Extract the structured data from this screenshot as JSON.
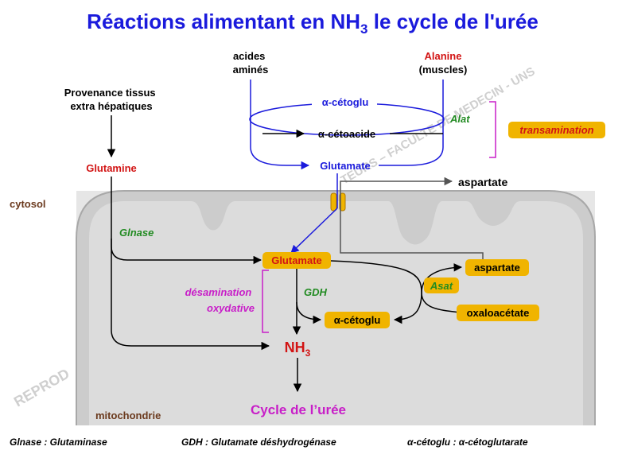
{
  "title": {
    "main": "Réactions alimentant en NH",
    "sub": "3",
    "rest": " le cycle de l'urée"
  },
  "inputs": {
    "acides_line1": "acides",
    "acides_line2": "aminés",
    "alanine": "Alanine",
    "alanine_sub": "(muscles)",
    "provenance_line1": "Provenance tissus",
    "provenance_line2": "extra hépatiques",
    "glutamine": "Glutamine"
  },
  "transamination_cycle": {
    "alpha_cetoglu": "α-cétoglu",
    "alpha_cetoacide": "α-cétoacide",
    "glutamate": "Glutamate",
    "enzyme": "Alat",
    "label": "transamination"
  },
  "compartments": {
    "cytosol": "cytosol",
    "mitochondrie": "mitochondrie"
  },
  "aspartate_out": "aspartate",
  "mito": {
    "glnase": "Glnase",
    "glutamate": "Glutamate",
    "gdh": "GDH",
    "alpha_cetoglu": "α-cétoglu",
    "aspartate": "aspartate",
    "oxaloacetate": "oxaloacétate",
    "asat": "Asat",
    "desamination_line1": "désamination",
    "desamination_line2": "oxydative",
    "nh": "NH",
    "nh_sub": "3",
    "cycle": "Cycle de l’urée"
  },
  "watermark_left": "REPROD",
  "watermark_right": "TEURS – FACULTE DE MEDECIN - UNS",
  "footer": {
    "glnase": "Glnase : Glutaminase",
    "gdh": "GDH : Glutamate déshydrogénase",
    "cetoglu": "α-cétoglu : α-cétoglutarate"
  },
  "colors": {
    "title": "#1a1adc",
    "red": "#d21414",
    "green": "#228b22",
    "magenta": "#c81ec8",
    "brown": "#6b3a1e",
    "badge": "#f0b400",
    "mito_fill": "#dcdcdc",
    "mito_border": "#a0a0a0"
  }
}
